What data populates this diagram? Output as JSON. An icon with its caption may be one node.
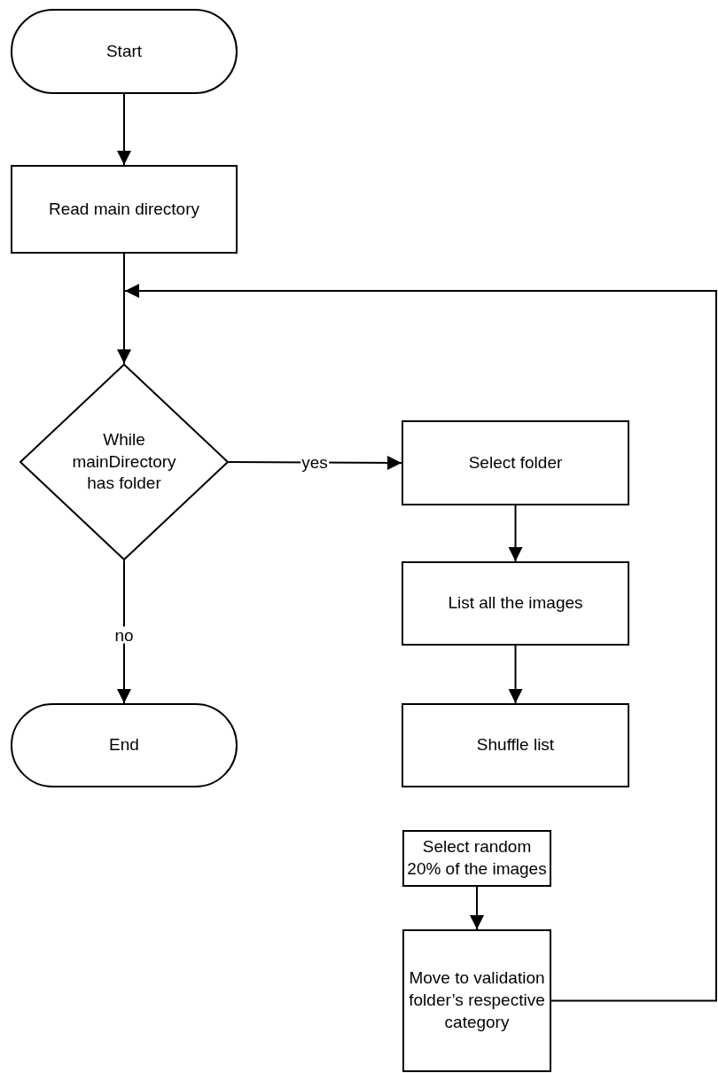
{
  "diagram": {
    "nodes": [
      {
        "text": [
          "Start"
        ]
      },
      {
        "text": [
          "Read main directory"
        ]
      },
      {
        "text": [
          "While mainDirectory has folder"
        ]
      },
      {
        "text": [
          "Select folder"
        ]
      },
      {
        "text": [
          "List all the images"
        ]
      },
      {
        "text": [
          "Shuffle list"
        ]
      },
      {
        "text": [
          "Select random 20% of the images"
        ]
      },
      {
        "text": [
          "Move to validation folder’s respective category"
        ]
      },
      {
        "text": [
          "End"
        ]
      }
    ],
    "edges": [
      {
        "from": 0,
        "to": 1,
        "arrow": "to"
      },
      {
        "from": 1,
        "to": 2,
        "arrow": "to"
      },
      {
        "from": 2,
        "to": 3,
        "arrow": "to",
        "label": "yes"
      },
      {
        "from": 3,
        "to": 4,
        "arrow": "to"
      },
      {
        "from": 4,
        "to": 5,
        "arrow": "to"
      },
      {
        "from": 6,
        "to": 7,
        "arrow": "to"
      },
      {
        "from": 2,
        "to": 8,
        "arrow": "to",
        "label": "no"
      },
      {
        "from": 7,
        "to": 2,
        "arrow": "to"
      }
    ]
  }
}
